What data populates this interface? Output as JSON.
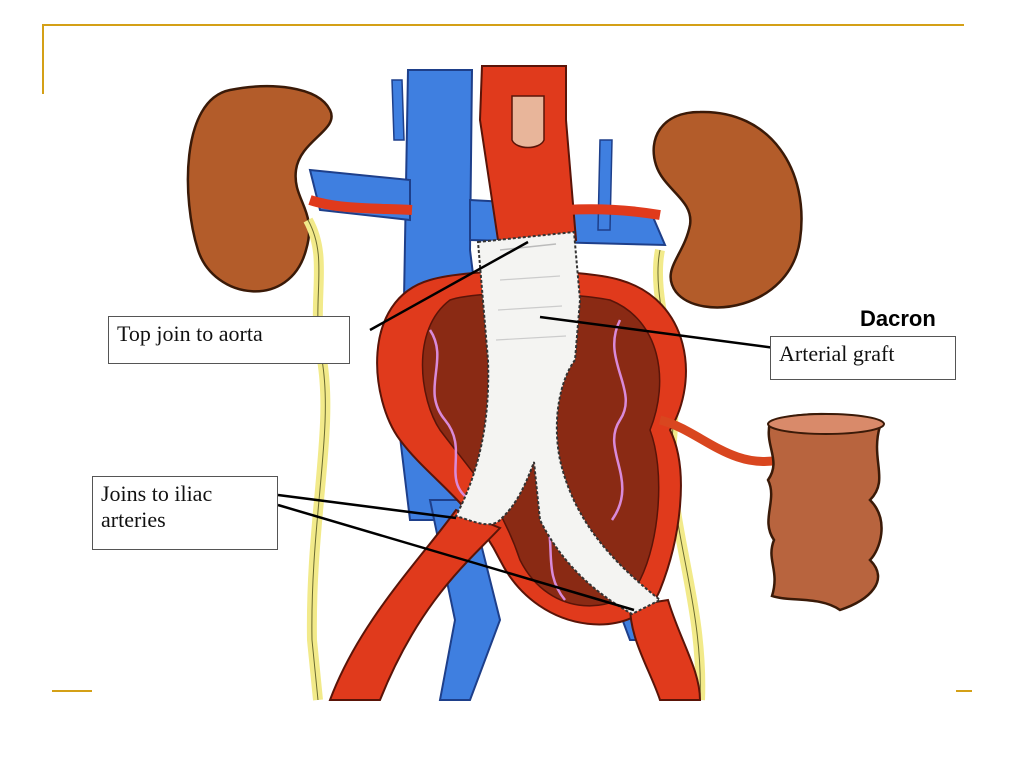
{
  "colors": {
    "frame_accent": "#d4a017",
    "artery_red": "#e03a1c",
    "vein_blue": "#3f7fe0",
    "kidney_brown": "#b35c2a",
    "aneurysm_dark": "#8a2a14",
    "graft_white": "#f4f4f2",
    "ureter_yellow": "#f2ea8a"
  },
  "labels": {
    "top_join": "Top join to aorta",
    "dacron": "Dacron",
    "arterial_graft": "Arterial graft",
    "iliac_line1": "Joins to iliac",
    "iliac_line2": "arteries"
  }
}
